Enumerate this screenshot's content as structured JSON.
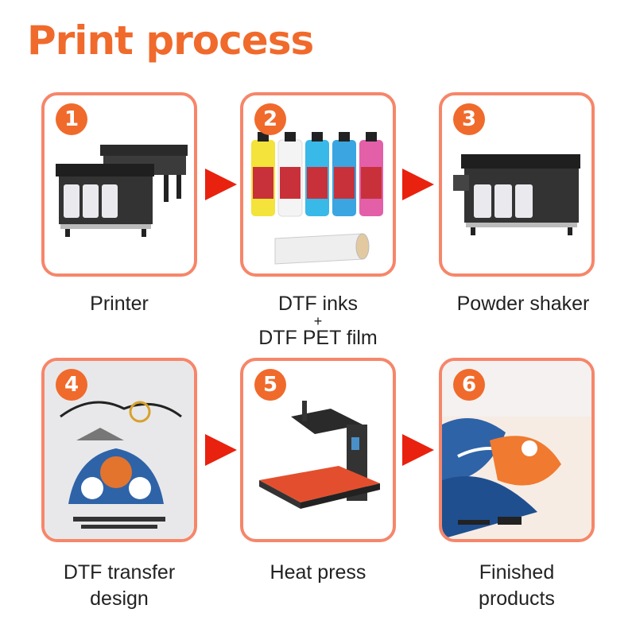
{
  "title": "Print process",
  "accent_color": "#f06a2c",
  "arrow_color": "#e8220f",
  "steps": [
    {
      "number": "1",
      "caption_lines": [
        "Printer"
      ],
      "icon": "dtf-printer"
    },
    {
      "number": "2",
      "caption_lines": [
        "DTF inks",
        "+",
        "DTF PET film"
      ],
      "icon": "ink-bottles-and-film-roll"
    },
    {
      "number": "3",
      "caption_lines": [
        "Powder shaker"
      ],
      "icon": "powder-shaker-machine"
    },
    {
      "number": "4",
      "caption_lines": [
        "DTF transfer",
        "design"
      ],
      "icon": "transfer-design-sheet"
    },
    {
      "number": "5",
      "caption_lines": [
        "Heat press"
      ],
      "icon": "heat-press-machine"
    },
    {
      "number": "6",
      "caption_lines": [
        "Finished",
        "products"
      ],
      "icon": "finished-print"
    }
  ]
}
